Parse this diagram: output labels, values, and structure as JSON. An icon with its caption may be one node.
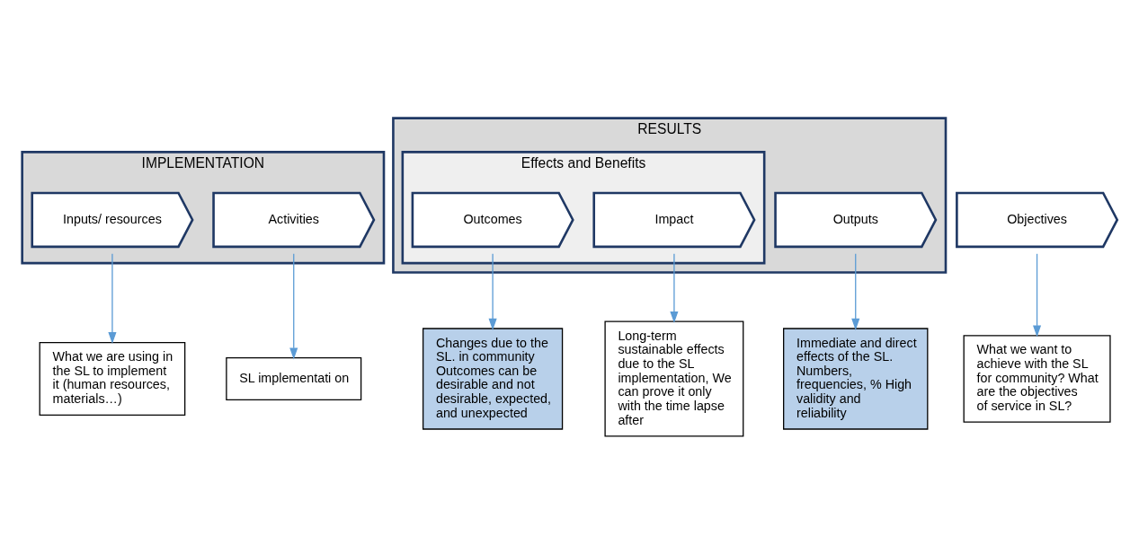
{
  "diagram": {
    "nodes": [
      {
        "text": [
          "IMPLEMENTATION"
        ]
      },
      {
        "text": [
          "RESULTS"
        ]
      },
      {
        "text": [
          "Effects and Benefits"
        ],
        "in": 1
      },
      {
        "text": [
          "Objectives"
        ]
      },
      {
        "text": [
          "Inputs/ resources"
        ],
        "in": 0
      },
      {
        "text": [
          "Activities"
        ],
        "in": 0
      },
      {
        "text": [
          "Outputs"
        ],
        "in": 1
      },
      {
        "text": [
          "Outcomes"
        ],
        "in": 2
      },
      {
        "text": [
          "Impact"
        ],
        "in": 2
      },
      {
        "text": [
          "What we want to achieve with the SL for community? What are the objectives of service in SL?"
        ]
      },
      {
        "text": [
          "What we are using in the SL to implement it (human resources, materials…)"
        ]
      },
      {
        "text": [
          "SL implementati on"
        ]
      },
      {
        "text": [
          "Immediate and direct effects of the SL. Numbers, frequencies, % High validity and reliability"
        ]
      },
      {
        "text": [
          "Changes due to the SL. in community Outcomes can be desirable and not desirable, expected, and unexpected"
        ]
      },
      {
        "text": [
          "Long-term sustainable effects due to the SL implementation, We can prove it only with the time lapse after"
        ]
      }
    ],
    "edges": [
      {
        "from": 3,
        "to": 9,
        "arrow": "to"
      },
      {
        "from": 4,
        "to": 10,
        "arrow": "to"
      },
      {
        "from": 5,
        "to": 11,
        "arrow": "to"
      },
      {
        "from": 6,
        "to": 12,
        "arrow": "to"
      },
      {
        "from": 7,
        "to": 13,
        "arrow": "to"
      },
      {
        "from": 8,
        "to": 14,
        "arrow": "to"
      }
    ]
  }
}
